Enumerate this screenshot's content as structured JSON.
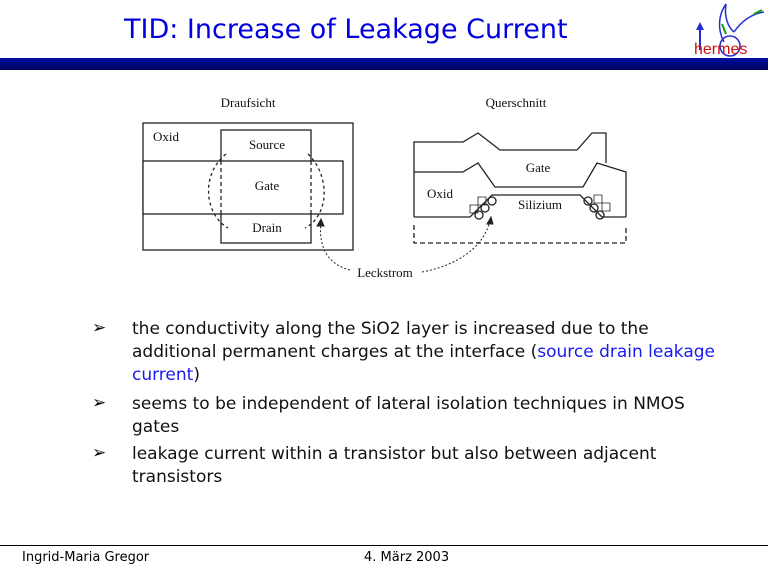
{
  "title": "TID: Increase of Leakage Current",
  "logo": {
    "text": "hermes"
  },
  "diagram": {
    "top_view": {
      "title": "Draufsicht",
      "oxid": "Oxid",
      "source": "Source",
      "gate": "Gate",
      "drain": "Drain"
    },
    "cross_section": {
      "title": "Querschnitt",
      "gate": "Gate",
      "oxid": "Oxid",
      "silizium": "Silizium"
    },
    "leak_label": "Leckstrom"
  },
  "bullets": [
    {
      "pre": "the conductivity along the SiO2 layer is increased due to the additional permanent charges at the interface (",
      "highlight": "source drain leakage current",
      "post": ")"
    },
    {
      "pre": "seems to be independent of lateral isolation techniques in NMOS gates",
      "highlight": "",
      "post": ""
    },
    {
      "pre": "leakage current within a transistor but also between adjacent transistors",
      "highlight": "",
      "post": ""
    }
  ],
  "bullet_symbol": "➢",
  "footer": {
    "author": "Ingrid-Maria Gregor",
    "date": "4. März 2003"
  }
}
